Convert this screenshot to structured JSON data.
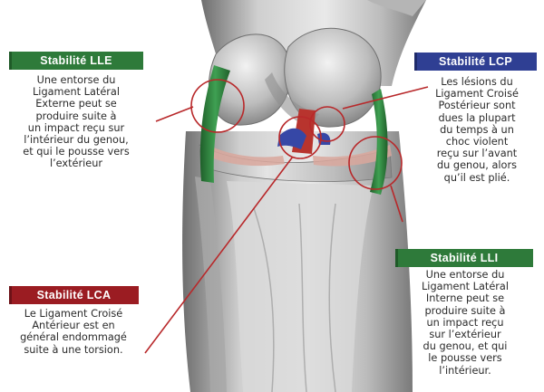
{
  "callouts": {
    "lle": {
      "title": "Stabilité LLE",
      "text": "Une entorse du\nLigament Latéral\nExterne peut se\nproduire suite à\nun impact reçu sur\nl’intérieur du genou,\net qui le pousse vers\nl’extérieur",
      "color": "#2e7a3a"
    },
    "lcp": {
      "title": "Stabilité LCP",
      "text": "Les lésions du\nLigament Croisé\nPostérieur sont\ndues la plupart\ndu temps à un\nchoc violent\nreçu sur l’avant\ndu genou, alors\nqu’il est plié.",
      "color": "#2f3f93"
    },
    "lli": {
      "title": "Stabilité LLI",
      "text": "Une entorse du\nLigament Latéral\nInterne peut se\nproduire suite à\nun impact reçu\nsur l’extérieur\ndu genou, et qui\nle pousse vers\nl’intérieur.",
      "color": "#2e7a3a"
    },
    "lca": {
      "title": "Stabilité LCA",
      "text": "Le Ligament Croisé\nAntérieur est en\ngénéral endommagé\nsuite à une torsion.",
      "color": "#9b1c22"
    }
  },
  "colors": {
    "bone": "#cfcfcf",
    "ligament_green": "#2f8a3e",
    "ligament_red": "#b8342e",
    "ligament_blue": "#3647a6",
    "callout_line": "#b8282a"
  }
}
